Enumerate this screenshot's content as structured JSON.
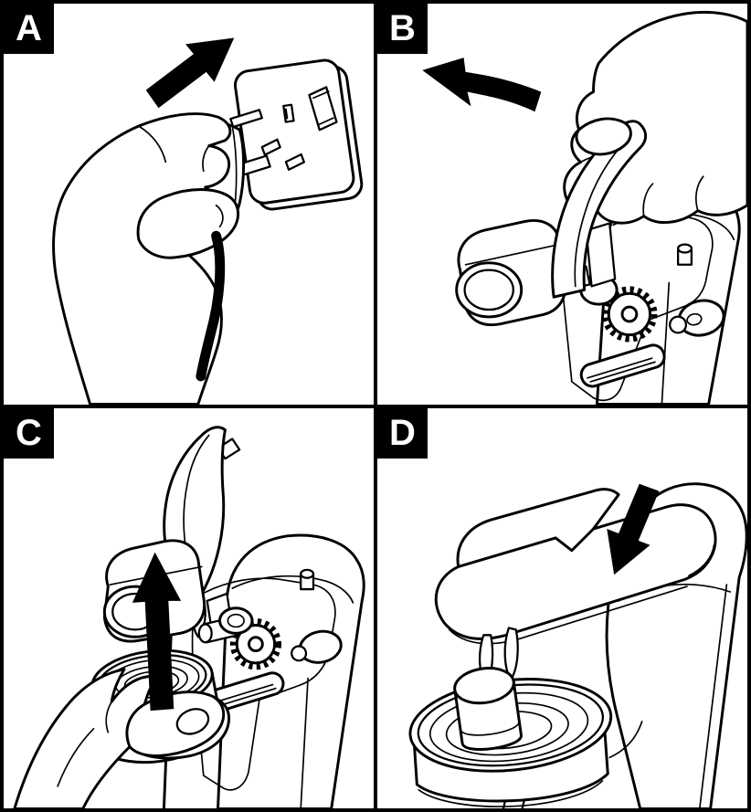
{
  "figure": {
    "type": "instruction-diagram",
    "subject": "electric-can-opener-usage-steps",
    "colors": {
      "ink": "#000000",
      "paper": "#ffffff"
    }
  },
  "panels": [
    {
      "label": "A",
      "illustration": "plug-into-wall-socket",
      "arrow_icon": "arrow-up-right"
    },
    {
      "label": "B",
      "illustration": "lift-can-opener-lever",
      "arrow_icon": "arrow-curved-up-left"
    },
    {
      "label": "C",
      "illustration": "raise-can-to-cutting-head",
      "arrow_icon": "arrow-up"
    },
    {
      "label": "D",
      "illustration": "press-lever-down-on-can",
      "arrow_icon": "arrow-down"
    }
  ]
}
